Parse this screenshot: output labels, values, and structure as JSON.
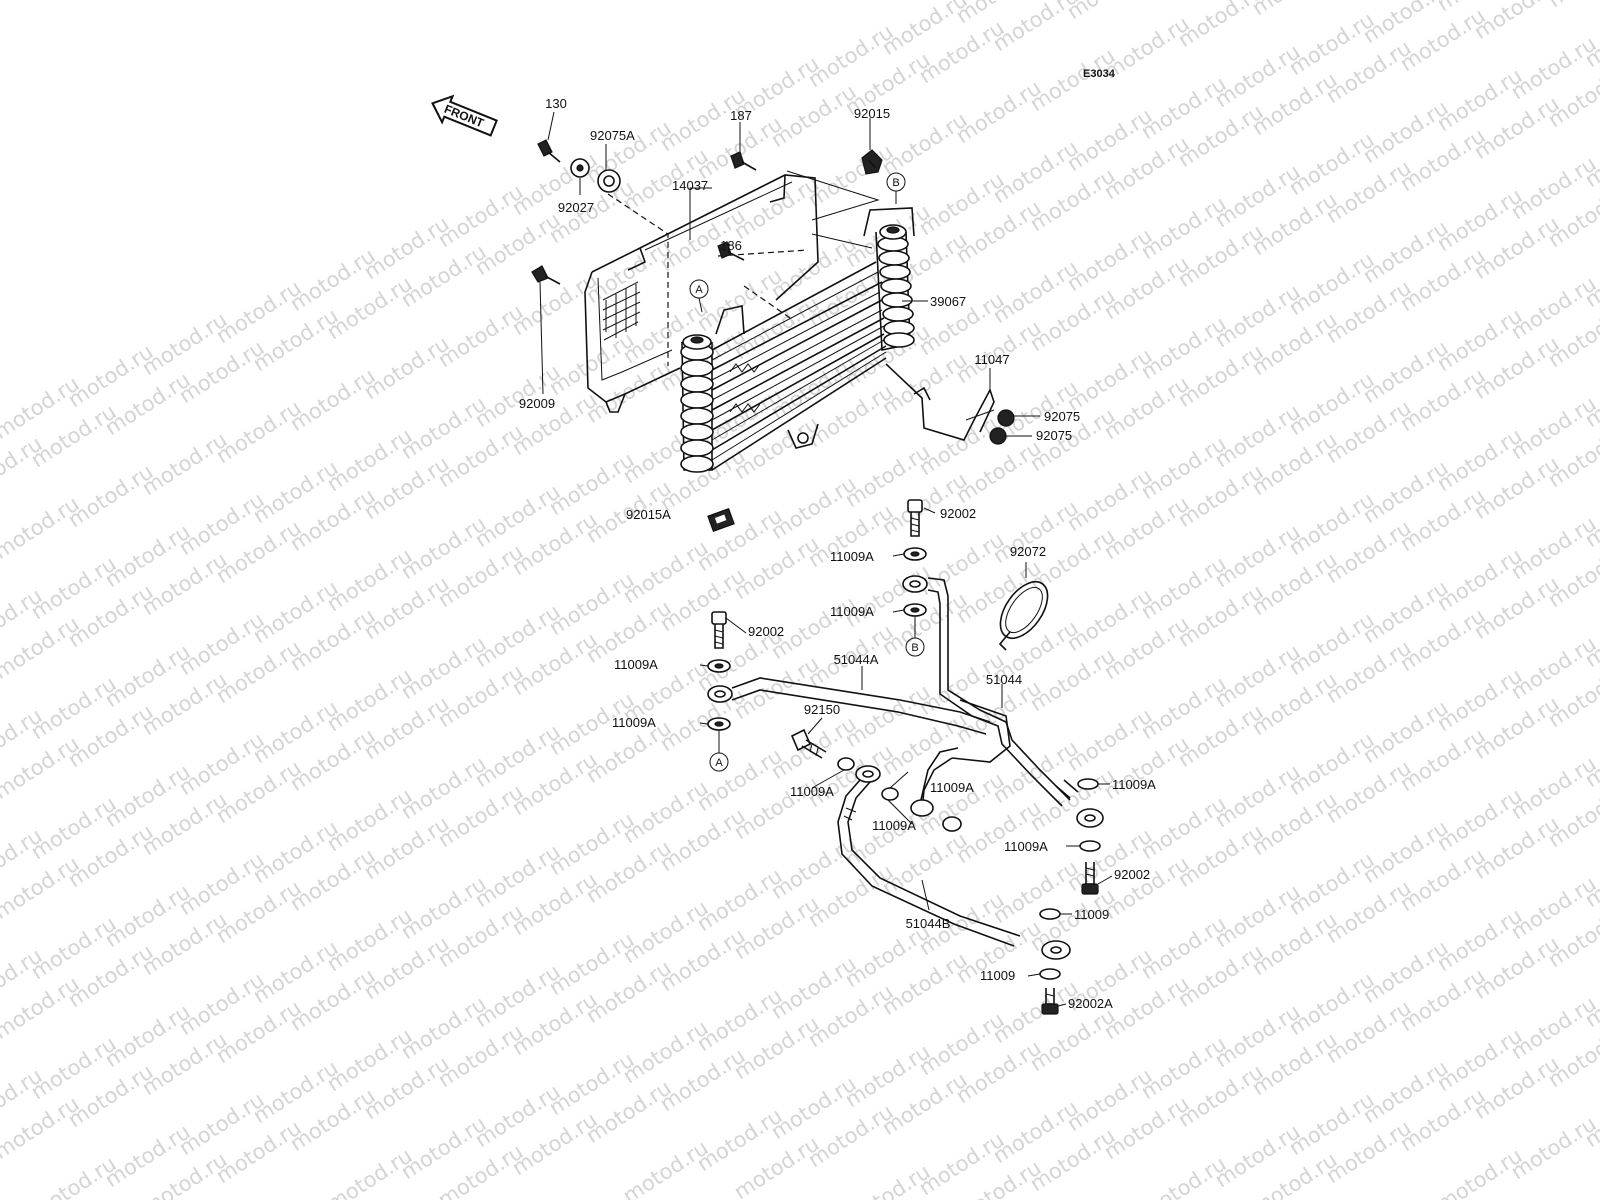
{
  "sheet_code": "E3034",
  "watermark": "motod.ru",
  "front_arrow": "FRONT",
  "refs": {
    "a": "A",
    "b": "B"
  },
  "parts": {
    "p130": "130",
    "p92075A": "92075A",
    "p92027": "92027",
    "p187": "187",
    "p92015": "92015",
    "p14037": "14037",
    "p186": "186",
    "p39067": "39067",
    "p92009": "92009",
    "p11047": "11047",
    "p92075_1": "92075",
    "p92075_2": "92075",
    "p92015A": "92015A",
    "p92002_top": "92002",
    "p11009A_1": "11009A",
    "p92072": "92072",
    "p11009A_2": "11009A",
    "p92002_left": "92002",
    "p11009A_3": "11009A",
    "p51044A": "51044A",
    "p51044": "51044",
    "p92150": "92150",
    "p11009A_4": "11009A",
    "p11009A_5": "11009A",
    "p11009A_6": "11009A",
    "p11009A_7": "11009A",
    "p11009A_8": "11009A",
    "p11009A_9": "11009A",
    "p92002_right": "92002",
    "p51044B": "51044B",
    "p11009_1": "11009",
    "p11009_2": "11009",
    "p92002A": "92002A"
  }
}
